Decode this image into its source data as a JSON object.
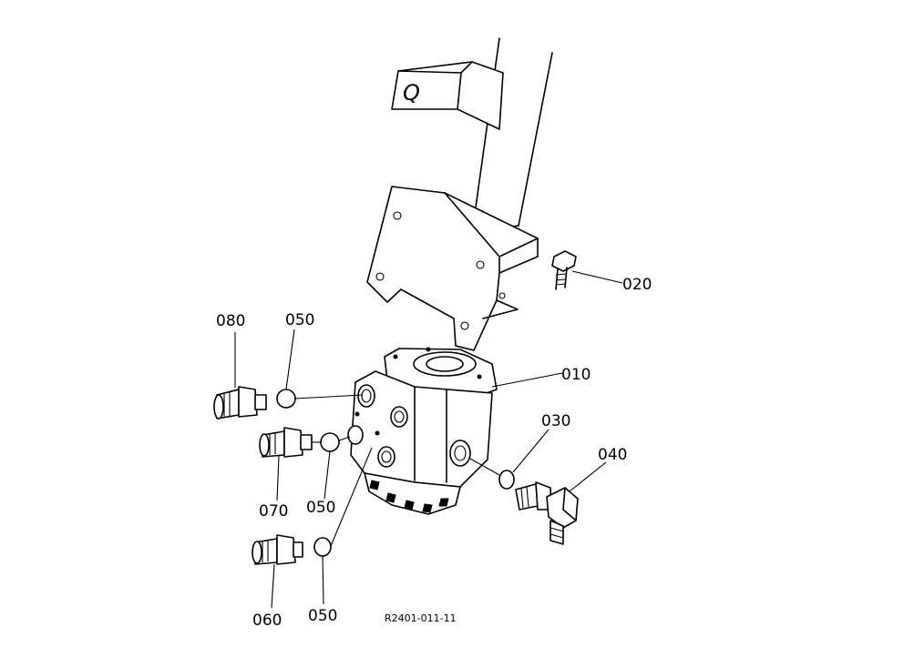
{
  "diagram": {
    "drawing_code": "R2401-011-11",
    "callouts": [
      {
        "id": "010",
        "label": "010"
      },
      {
        "id": "020",
        "label": "020"
      },
      {
        "id": "030",
        "label": "030"
      },
      {
        "id": "040",
        "label": "040"
      },
      {
        "id": "050a",
        "label": "050"
      },
      {
        "id": "050b",
        "label": "050"
      },
      {
        "id": "050c",
        "label": "050"
      },
      {
        "id": "060",
        "label": "060"
      },
      {
        "id": "070",
        "label": "070"
      },
      {
        "id": "080",
        "label": "080"
      }
    ]
  }
}
